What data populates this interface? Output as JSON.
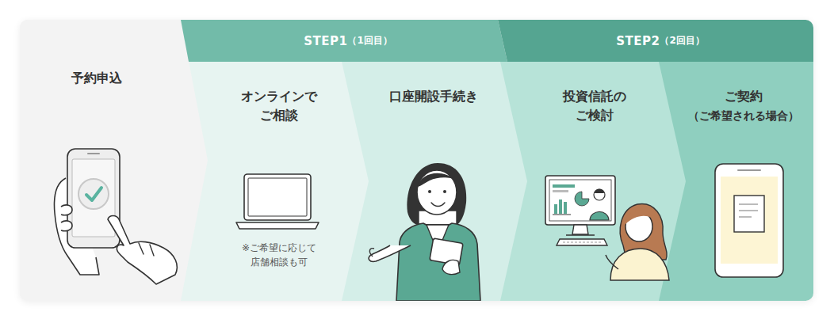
{
  "diagram": {
    "nodes": [
      {
        "text": [
          "予約申込"
        ]
      },
      {
        "text": [
          "STEP1",
          "（1回目）"
        ]
      },
      {
        "text": [
          "オンラインで ご相談",
          "※ご希望に応じて 店舗相談も可"
        ]
      },
      {
        "text": [
          "口座開設手続き"
        ]
      },
      {
        "text": [
          "STEP2",
          "（2回目）"
        ]
      },
      {
        "text": [
          "投資信託の ご検討"
        ]
      },
      {
        "text": [
          "ご契約",
          "（ご希望される場合）"
        ]
      }
    ]
  }
}
